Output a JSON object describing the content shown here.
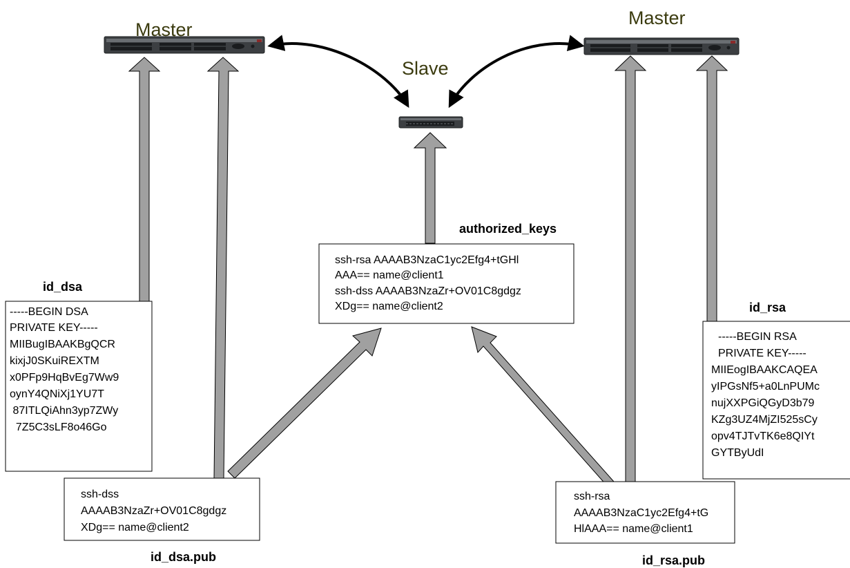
{
  "nodes": {
    "master_left": {
      "label": "Master"
    },
    "master_right": {
      "label": "Master"
    },
    "slave": {
      "label": "Slave"
    }
  },
  "files": {
    "authorized_keys": {
      "label": "authorized_keys",
      "lines": [
        "ssh-rsa AAAAB3NzaC1yc2Efg4+tGHl",
        "AAA== name@client1",
        "ssh-dss AAAAB3NzaZr+OV01C8gdgz",
        "XDg== name@client2"
      ]
    },
    "id_dsa": {
      "label": "id_dsa",
      "lines": [
        "-----BEGIN DSA",
        "PRIVATE KEY-----",
        "MIIBugIBAAKBgQCR",
        "kixjJ0SKuiREXTM",
        "x0PFp9HqBvEg7Ww9",
        "oynY4QNiXj1YU7T",
        " 87ITLQiAhn3yp7ZWy",
        "  7Z5C3sLF8o46Go"
      ]
    },
    "id_rsa": {
      "label": "id_rsa",
      "lines": [
        "-----BEGIN RSA",
        "PRIVATE KEY-----",
        "MIIEogIBAAKCAQEA",
        "yIPGsNf5+a0LnPUMc",
        "nujXXPGiQGyD3b79",
        "KZg3UZ4MjZI525sCy",
        "opv4TJTvTK6e8QIYt",
        "GYTByUdI"
      ]
    },
    "id_dsa_pub": {
      "label": "id_dsa.pub",
      "lines": [
        "ssh-dss",
        "AAAAB3NzaZr+OV01C8gdgz",
        "XDg== name@client2"
      ]
    },
    "id_rsa_pub": {
      "label": "id_rsa.pub",
      "lines": [
        "ssh-rsa",
        "AAAAB3NzaC1yc2Efg4+tG",
        "HlAAA== name@client1"
      ]
    }
  },
  "colors": {
    "arrow_fill": "#a0a0a0",
    "arrow_stroke": "#000000",
    "title": "#3b3b0f",
    "switch_body": "#3c3f42"
  }
}
